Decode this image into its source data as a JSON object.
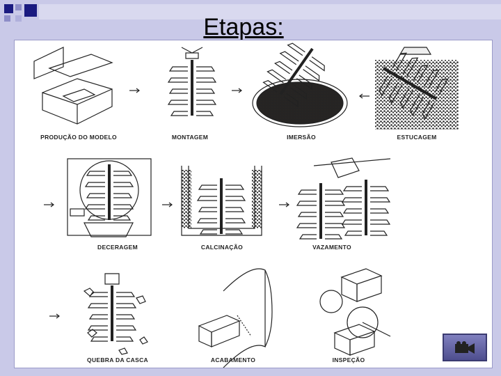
{
  "slide": {
    "title": "Etapas:",
    "accent_color": "#1a1a80",
    "background_color": "#c9c9e8"
  },
  "steps": [
    "PRODUÇÃO DO MODELO",
    "MONTAGEM",
    "IMERSÃO",
    "ESTUCAGEM",
    "DECERAGEM",
    "CALCINAÇÃO",
    "VAZAMENTO",
    "QUEBRA DA CASCA",
    "ACABAMENTO",
    "INSPEÇÃO"
  ],
  "nav": {
    "icon": "video-camera-icon"
  }
}
